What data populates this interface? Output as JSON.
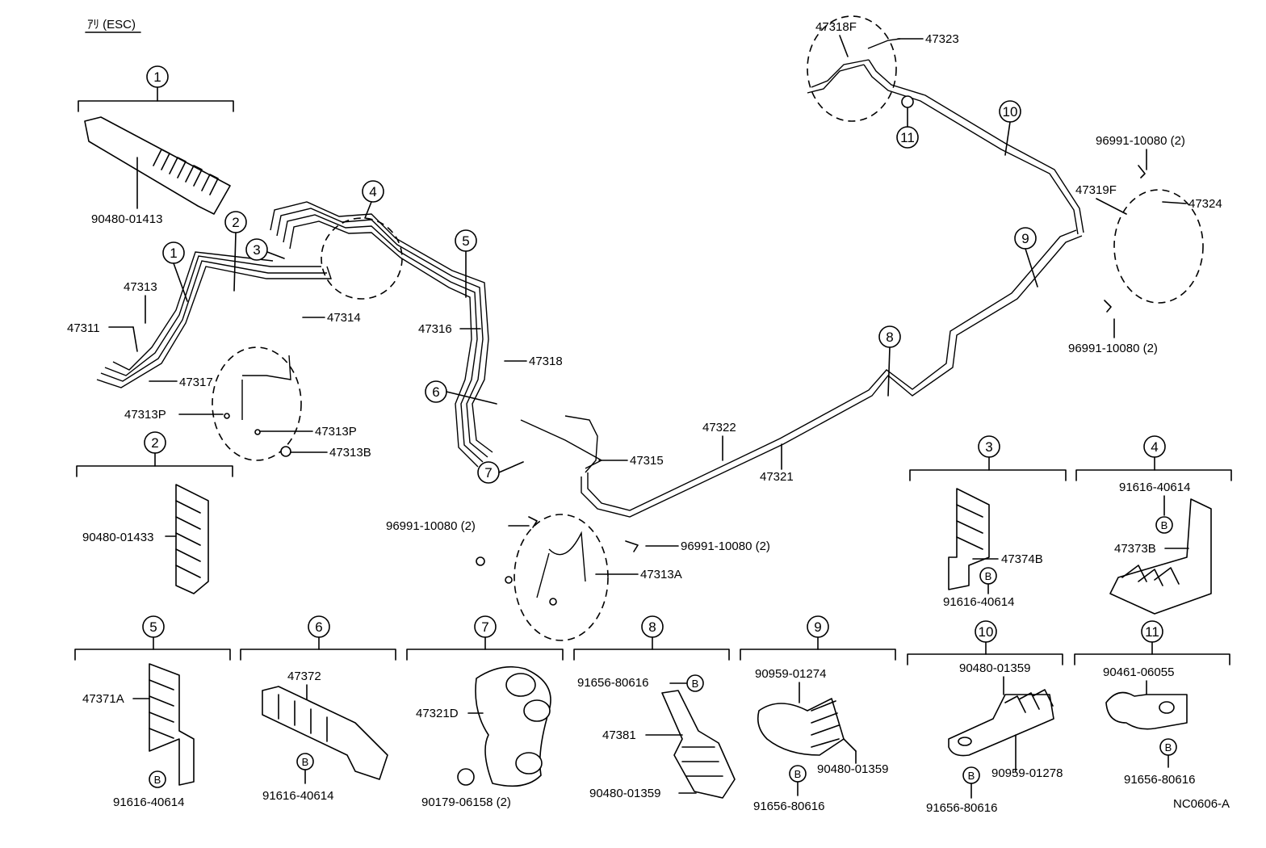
{
  "header": {
    "title": "ｱﾘ (ESC)"
  },
  "footer": {
    "code": "NC0606-A"
  },
  "clips": {
    "c1": {
      "number": "1",
      "part": "90480-01413"
    },
    "c2": {
      "number": "2",
      "part": "90480-01433"
    },
    "c3": {
      "number": "3",
      "clamp": "47374B",
      "bolt": "B",
      "bolt_part": "91616-40614"
    },
    "c4": {
      "number": "4",
      "bolt_part": "91616-40614",
      "bolt": "B",
      "clamp": "47373B"
    },
    "c5": {
      "number": "5",
      "clamp": "47371A",
      "bolt": "B",
      "bolt_part": "91616-40614"
    },
    "c6": {
      "number": "6",
      "clamp": "47372",
      "bolt": "B",
      "bolt_part": "91616-40614"
    },
    "c7": {
      "number": "7",
      "part": "47321D",
      "plug": "90179-06158 (2)"
    },
    "c8": {
      "number": "8",
      "bolt_part": "91656-80616",
      "bolt": "B",
      "clamp": "47381",
      "clip": "90480-01359"
    },
    "c9": {
      "number": "9",
      "clamp": "90959-01274",
      "clip": "90480-01359",
      "bolt": "B",
      "bolt_part": "91656-80616"
    },
    "c10": {
      "number": "10",
      "clip": "90480-01359",
      "clamp": "90959-01278",
      "bolt": "B",
      "bolt_part": "91656-80616"
    },
    "c11": {
      "number": "11",
      "clamp": "90461-06055",
      "bolt": "B",
      "bolt_part": "91656-80616"
    }
  },
  "callouts": {
    "n1a": "1",
    "n2a": "2",
    "n3a": "3",
    "n4a": "4",
    "n5a": "5",
    "n6a": "6",
    "n7a": "7",
    "n8a": "8",
    "n9a": "9",
    "n10a": "10",
    "n11a": "11"
  },
  "labels": {
    "p47313": "47313",
    "p47311": "47311",
    "p47314": "47314",
    "p47317": "47317",
    "p47313P_a": "47313P",
    "p47313P_b": "47313P",
    "p47313B": "47313B",
    "p47316": "47316",
    "p47318": "47318",
    "p47315": "47315",
    "p47322": "47322",
    "p47321": "47321",
    "p47313A": "47313A",
    "p96991_a": "96991-10080 (2)",
    "p96991_b": "96991-10080 (2)",
    "p47318F": "47318F",
    "p47323": "47323",
    "p96991_c": "96991-10080 (2)",
    "p47319F": "47319F",
    "p47324": "47324",
    "p96991_d": "96991-10080 (2)"
  }
}
